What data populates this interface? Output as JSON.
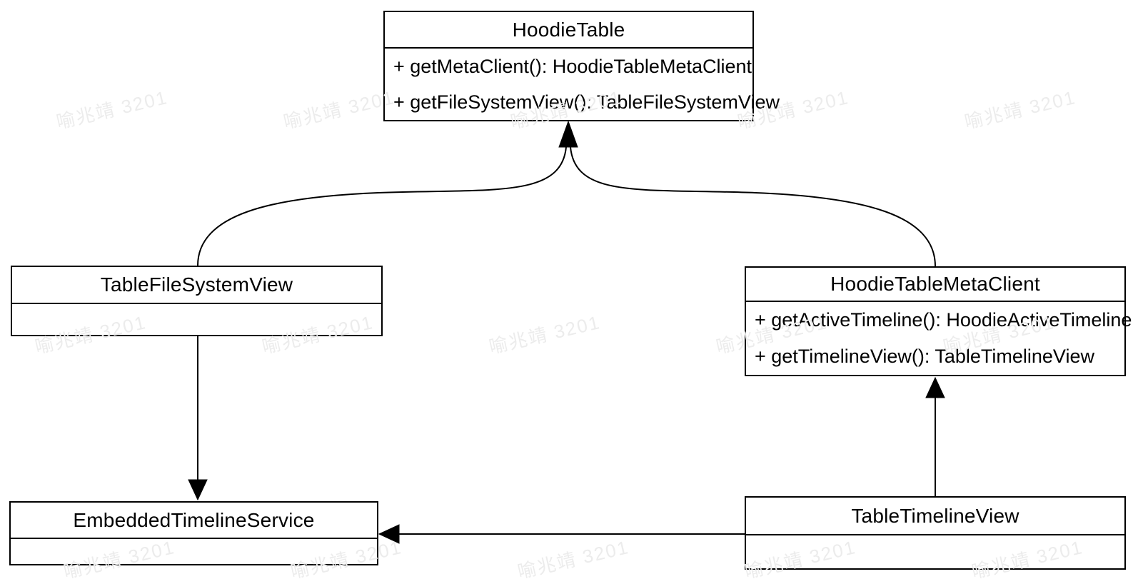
{
  "watermark": {
    "text": "喻兆靖 3201"
  },
  "colors": {
    "stroke": "#000000",
    "background": "#ffffff",
    "box_fill": "#ffffff",
    "watermark": "#ececec"
  },
  "classes": [
    {
      "name": "HoodieTable",
      "methods": [
        "+ getMetaClient(): HoodieTableMetaClient",
        "+ getFileSystemView(): TableFileSystemView"
      ]
    },
    {
      "name": "TableFileSystemView",
      "methods": []
    },
    {
      "name": "HoodieTableMetaClient",
      "methods": [
        "+ getActiveTimeline(): HoodieActiveTimeline",
        "+ getTimelineView(): TableTimelineView"
      ]
    },
    {
      "name": "EmbeddedTimelineService",
      "methods": []
    },
    {
      "name": "TableTimelineView",
      "methods": []
    }
  ],
  "relations": [
    {
      "from": "TableFileSystemView",
      "to": "HoodieTable",
      "style": "curved-arrow"
    },
    {
      "from": "HoodieTableMetaClient",
      "to": "HoodieTable",
      "style": "curved-arrow"
    },
    {
      "from": "TableFileSystemView",
      "to": "EmbeddedTimelineService",
      "style": "straight-arrow"
    },
    {
      "from": "TableTimelineView",
      "to": "HoodieTableMetaClient",
      "style": "straight-arrow"
    },
    {
      "from": "TableTimelineView",
      "to": "EmbeddedTimelineService",
      "style": "straight-arrow"
    }
  ]
}
